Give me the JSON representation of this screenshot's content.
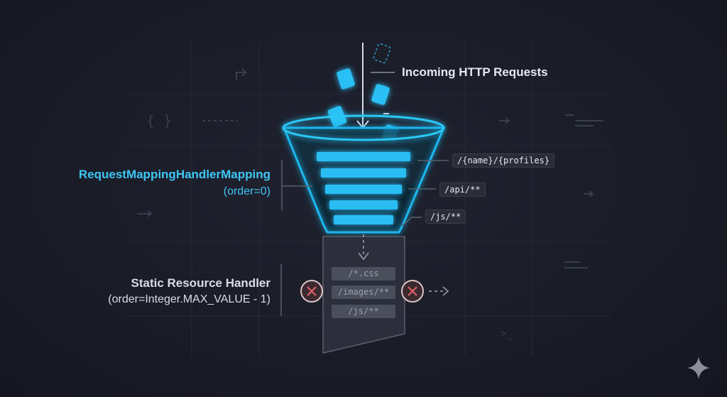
{
  "title": "Incoming HTTP Requests",
  "dispatcher": {
    "name": "RequestMappingHandlerMapping",
    "order": "(order=0)",
    "mappings": [
      "/{name}/{profiles}",
      "/api/**",
      "/js/**"
    ]
  },
  "static_handler": {
    "name": "Static Resource Handler",
    "order": "(order=Integer.MAX_VALUE - 1)",
    "patterns": [
      "/*.css",
      "/images/**",
      "/js/**"
    ]
  },
  "background": {
    "brace": "{ }",
    "prompt": ">_"
  },
  "colors": {
    "background": "#1a1c28",
    "accent": "#3ec6f5",
    "reject": "#e0606a"
  }
}
